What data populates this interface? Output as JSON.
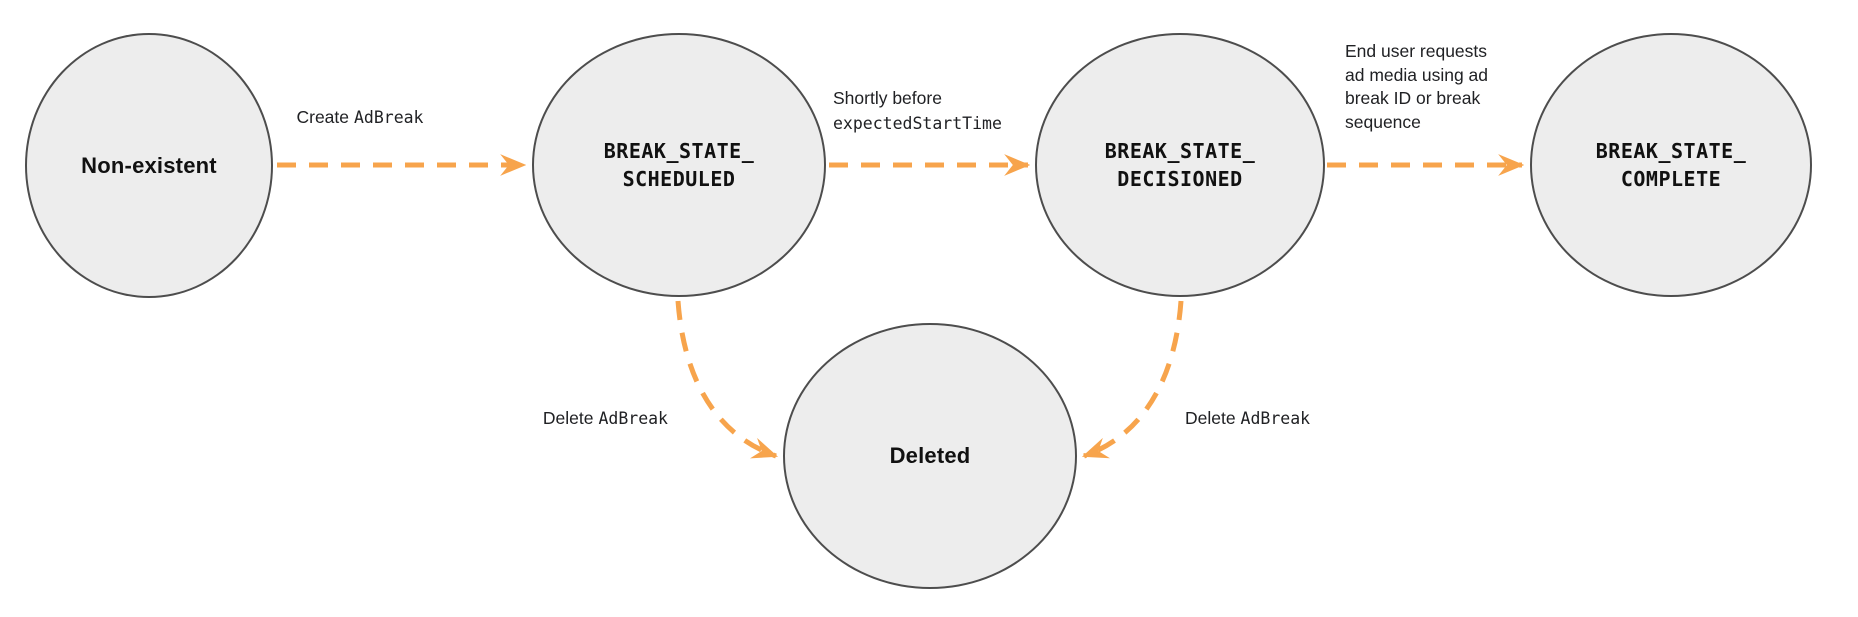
{
  "css_vars": {
    "background": "#ffffff",
    "accent": "#F7A44C",
    "node-fill": "#EDEDED",
    "node-border": "#4D4D4D",
    "label-text": "#202124"
  },
  "diagram": {
    "states": {
      "nonexistent": {
        "label": "Non-existent"
      },
      "scheduled": {
        "line1": "BREAK_STATE_",
        "line2": "SCHEDULED"
      },
      "decisioned": {
        "line1": "BREAK_STATE_",
        "line2": "DECISIONED"
      },
      "complete": {
        "line1": "BREAK_STATE_",
        "line2": "COMPLETE"
      },
      "deleted": {
        "label": "Deleted"
      }
    },
    "transitions": {
      "create": {
        "prefix": "Create",
        "code": "AdBreak"
      },
      "shortly_before": {
        "line1": "Shortly before",
        "line2": "expectedStartTime"
      },
      "end_user": {
        "lines": [
          "End user requests",
          "ad media using ad",
          "break ID or break",
          "sequence"
        ]
      },
      "delete_left": {
        "prefix": "Delete",
        "code": "AdBreak"
      },
      "delete_right": {
        "prefix": "Delete",
        "code": "AdBreak"
      }
    }
  }
}
